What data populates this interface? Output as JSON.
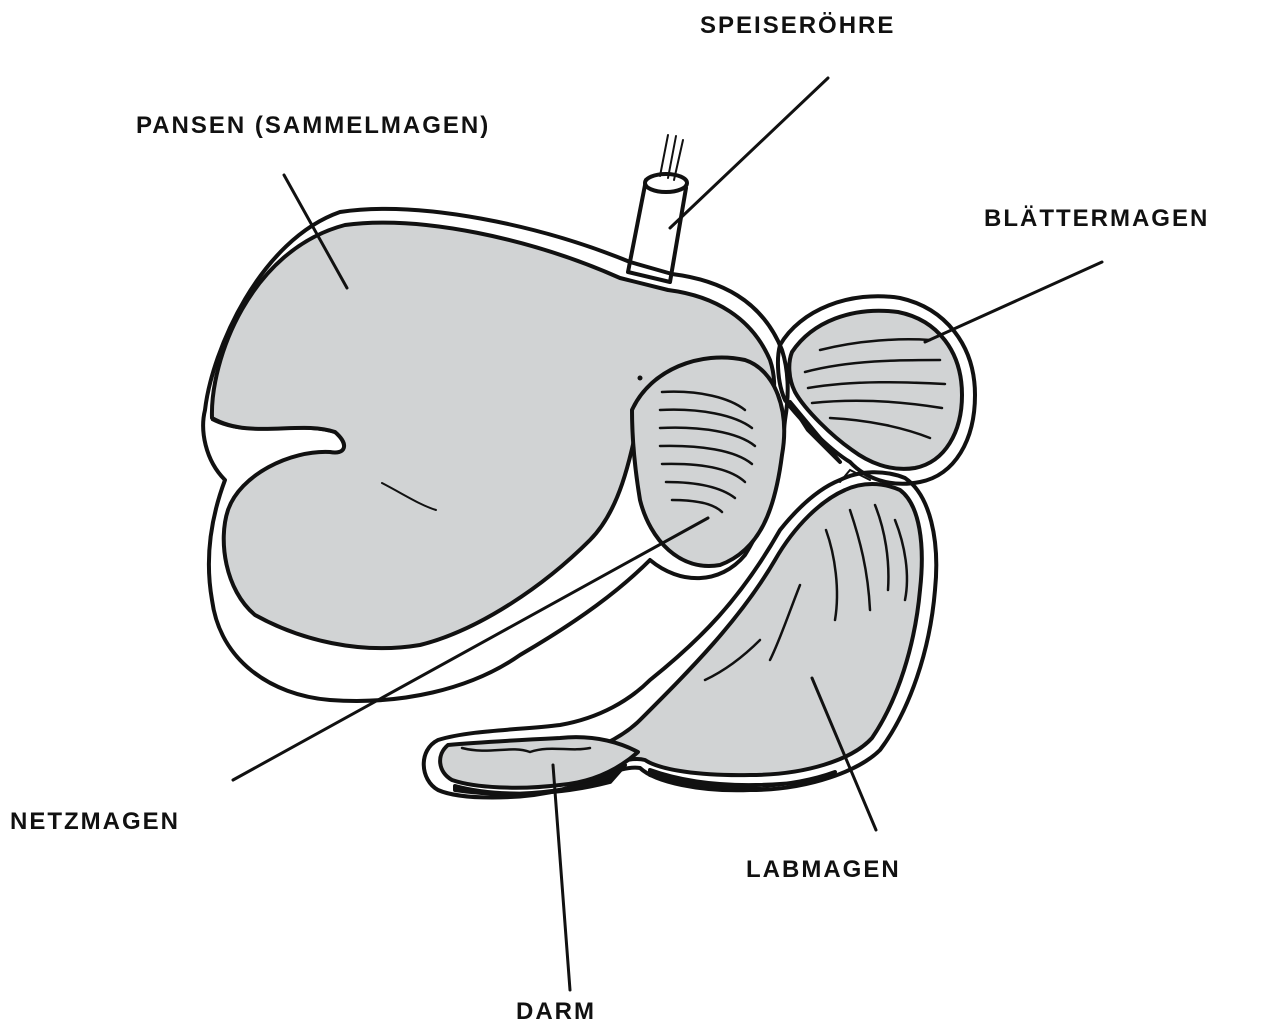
{
  "colors": {
    "organ_fill": "#d1d3d4",
    "line": "#111111",
    "background": "#ffffff"
  },
  "labels": {
    "esophagus": "SPEISERÖHRE",
    "rumen": "PANSEN (SAMMELMAGEN)",
    "omasum": "BLÄTTERMAGEN",
    "reticulum": "NETZMAGEN",
    "abomasum": "LABMAGEN",
    "intestine": "DARM"
  }
}
